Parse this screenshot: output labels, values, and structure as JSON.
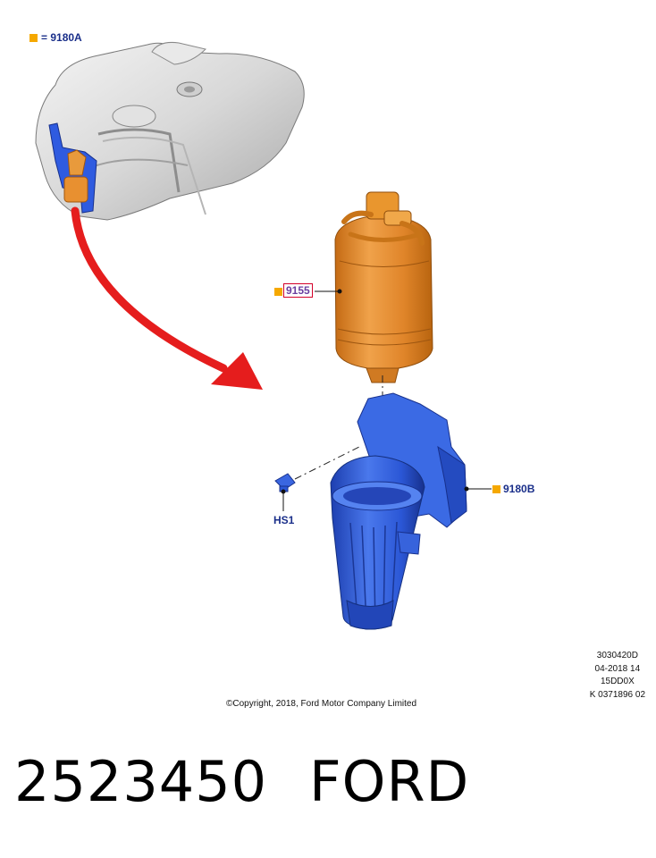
{
  "legend": {
    "symbol": "=",
    "code": "9180A",
    "swatch_color": "#f5a800"
  },
  "callouts": {
    "filter": "9155",
    "housing": "9180B",
    "screw": "HS1"
  },
  "drawing_info": {
    "lines": [
      "3030420D",
      "04-2018 14",
      "15DD0X",
      "K 0371896 02"
    ]
  },
  "copyright": "©Copyright, 2018, Ford Motor Company Limited",
  "part_number": "2523450",
  "brand": "FORD",
  "colors": {
    "part_blue": "#2b57d6",
    "filter_orange": "#e08a2a",
    "arrow_red": "#e51d1d",
    "label_blue": "#1a2f8a",
    "highlight_red": "#d4002a"
  }
}
